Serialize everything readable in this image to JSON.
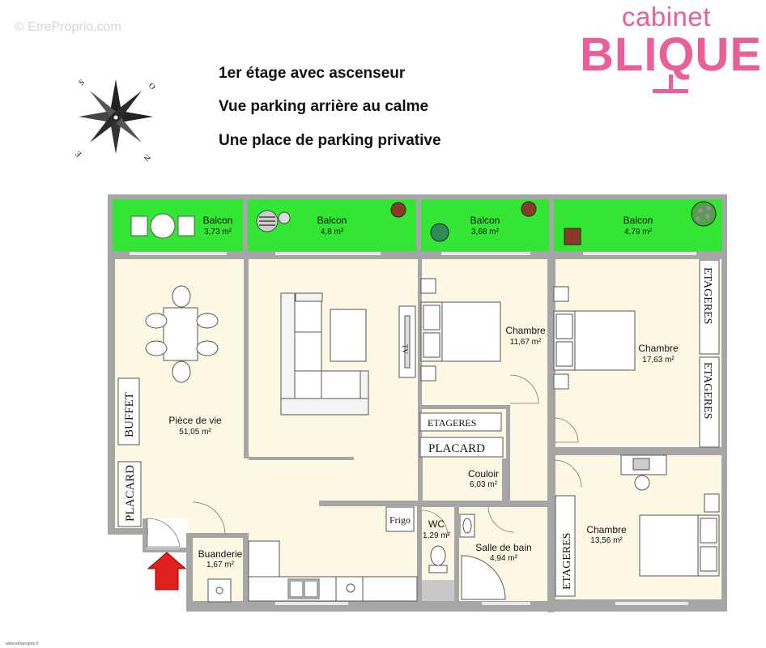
{
  "watermark": "© EtreProprio.com",
  "logo": {
    "line1": "cabinet",
    "line2": "BLIQUE",
    "color": "#ea5e9a"
  },
  "header": {
    "line1": "1er étage avec ascenseur",
    "line2": "Vue parking arrière au calme",
    "line3": "Une place de parking privative"
  },
  "compass": {
    "s": "S",
    "o": "O",
    "e": "E",
    "n": "N"
  },
  "rooms": {
    "balcon1": {
      "name": "Balcon",
      "area": "3,73 m²"
    },
    "balcon2": {
      "name": "Balcon",
      "area": "4,8 m²"
    },
    "balcon3": {
      "name": "Balcon",
      "area": "3,68 m²"
    },
    "balcon4": {
      "name": "Balcon",
      "area": "4,79 m²"
    },
    "piece": {
      "name": "Pièce de vie",
      "area": "51,05 m²"
    },
    "chambre1": {
      "name": "Chambre",
      "area": "11,67 m²"
    },
    "chambre2": {
      "name": "Chambre",
      "area": "17,63 m²"
    },
    "chambre3": {
      "name": "Chambre",
      "area": "13,56 m²"
    },
    "couloir": {
      "name": "Couloir",
      "area": "6,03 m²"
    },
    "wc": {
      "name": "WC",
      "area": "1,29 m²"
    },
    "sdb": {
      "name": "Salle de bain",
      "area": "4,94 m²"
    },
    "buanderie": {
      "name": "Buanderie",
      "area": "1,67 m²"
    }
  },
  "furniture": {
    "buffet": "BUFFET",
    "placard": "PLACARD",
    "etageres": "ETAGERES",
    "frigo": "Frigo",
    "tv": "TV"
  },
  "colors": {
    "balcony": "#33e633",
    "floor": "#fdf8e4",
    "wall": "#a6a6a6",
    "entry_arrow": "#e0201c"
  },
  "credit": "www.etreproprio.fr"
}
